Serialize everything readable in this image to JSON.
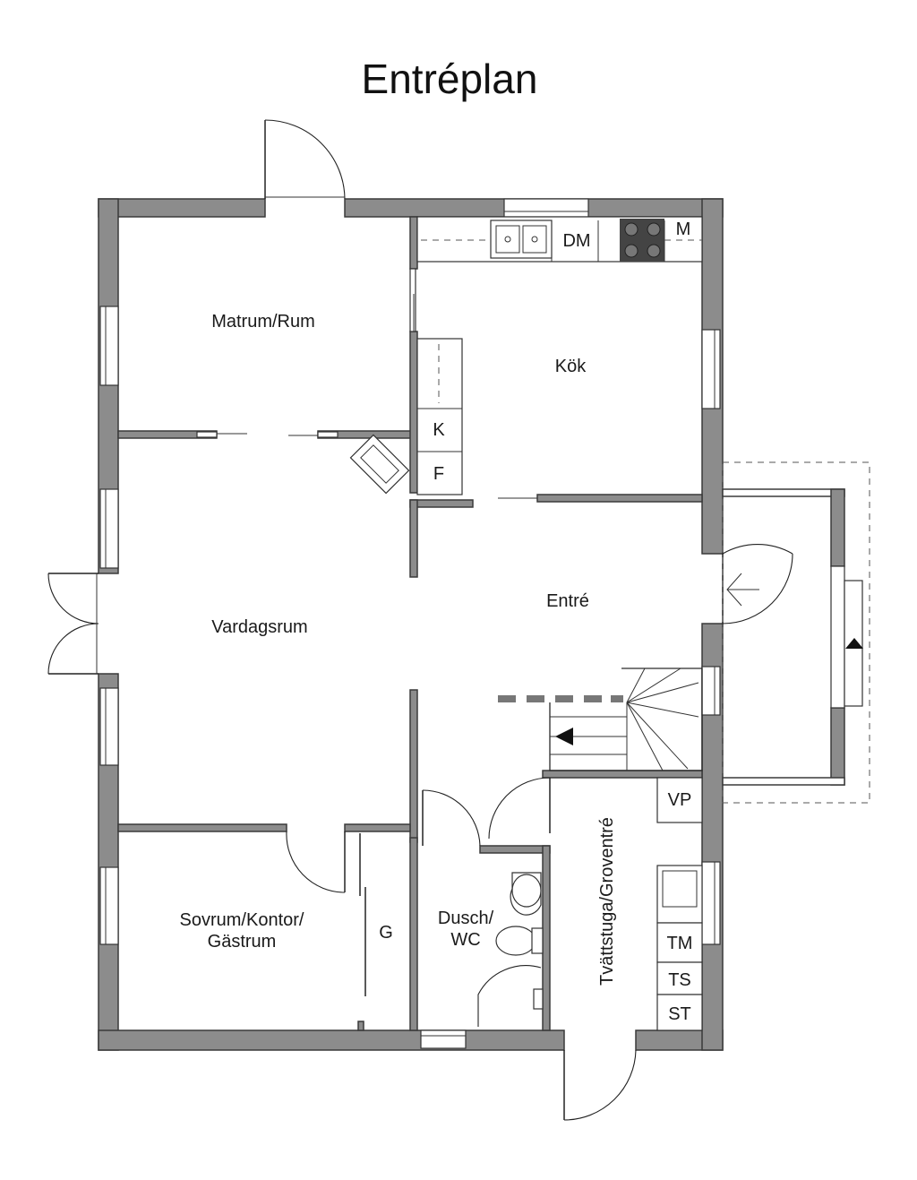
{
  "title": "Entréplan",
  "rooms": {
    "matrum": "Matrum/Rum",
    "kok": "Kök",
    "vardagsrum": "Vardagsrum",
    "entre": "Entré",
    "sovrum_line1": "Sovrum/Kontor/",
    "sovrum_line2": "Gästrum",
    "dusch_line1": "Dusch/",
    "dusch_line2": "WC",
    "tvattstuga": "Tvättstuga/Groventré"
  },
  "fixtures": {
    "dishwasher": "DM",
    "microwave": "M",
    "fridge": "K",
    "freezer": "F",
    "wardrobe": "G",
    "heat_pump": "VP",
    "washer": "TM",
    "dryer": "TS",
    "cabinet": "ST"
  }
}
